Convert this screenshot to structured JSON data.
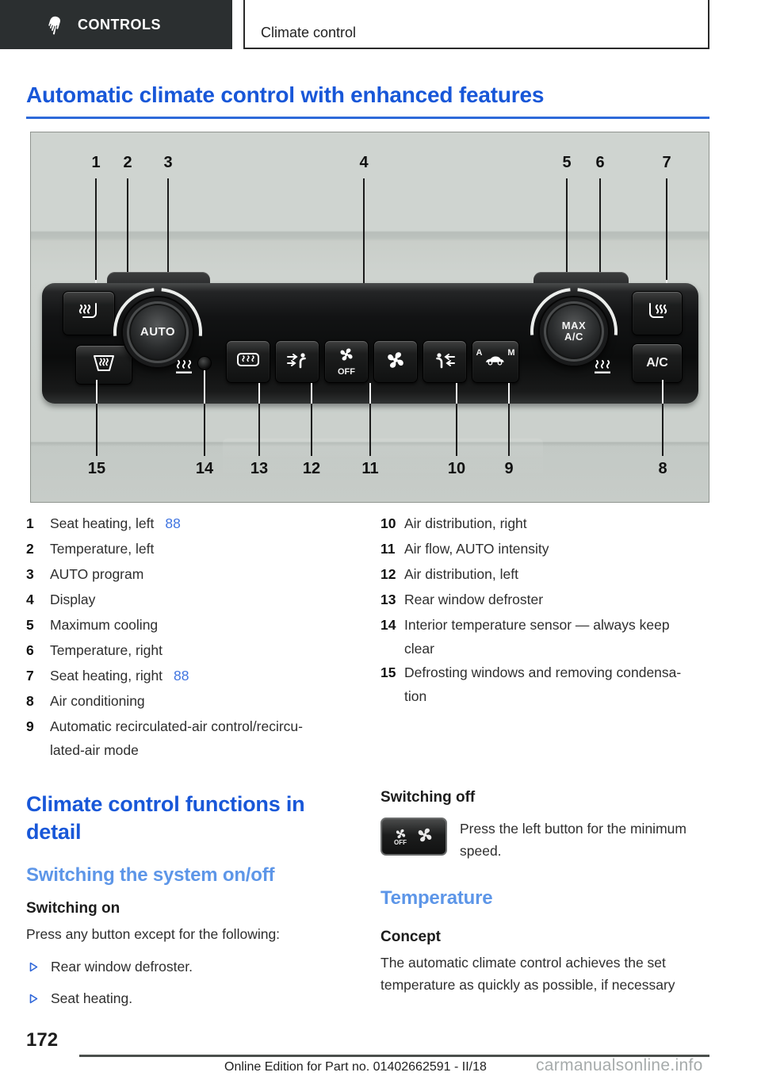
{
  "header": {
    "chapter": "CONTROLS",
    "section": "Climate control"
  },
  "page_title": "Automatic climate control with enhanced features",
  "figure": {
    "top_callouts": [
      "1",
      "2",
      "3",
      "4",
      "5",
      "6",
      "7"
    ],
    "bottom_callouts": [
      "15",
      "14",
      "13",
      "12",
      "11",
      "10",
      "9",
      "8"
    ],
    "auto_knob_label": "AUTO",
    "max_knob_line1": "MAX",
    "max_knob_line2": "A/C",
    "ac_button_label": "A/C",
    "fan_off_label": "OFF",
    "recirc_auto_label": "A",
    "recirc_manual_label": "M",
    "icons": [
      "hand-icon",
      "seat-heating-icon",
      "windshield-defroster-icon",
      "rear-window-defroster-icon",
      "air-distribution-icon",
      "fan-icon",
      "fan-off-icon",
      "recirculation-car-icon",
      "heater-waves-icon",
      "triangle-bullet-icon"
    ]
  },
  "legend": {
    "left": [
      {
        "n": "1",
        "text": "Seat heating, left",
        "page": "88"
      },
      {
        "n": "2",
        "text": "Temperature, left"
      },
      {
        "n": "3",
        "text": "AUTO program"
      },
      {
        "n": "4",
        "text": "Display"
      },
      {
        "n": "5",
        "text": "Maximum cooling"
      },
      {
        "n": "6",
        "text": "Temperature, right"
      },
      {
        "n": "7",
        "text": "Seat heating, right",
        "page": "88"
      },
      {
        "n": "8",
        "text": "Air conditioning"
      },
      {
        "n": "9",
        "text": "Automatic recirculated-air control/recircu-\nlated-air mode"
      }
    ],
    "right": [
      {
        "n": "10",
        "text": "Air distribution, right"
      },
      {
        "n": "11",
        "text": "Air flow, AUTO intensity"
      },
      {
        "n": "12",
        "text": "Air distribution, left"
      },
      {
        "n": "13",
        "text": "Rear window defroster"
      },
      {
        "n": "14",
        "text": "Interior temperature sensor — always keep\nclear"
      },
      {
        "n": "15",
        "text": "Defrosting windows and removing condensa-\ntion"
      }
    ]
  },
  "sections": {
    "functions_title": "Climate control functions in\ndetail",
    "on_off_title": "Switching the system on/off",
    "switching_on": {
      "title": "Switching on",
      "intro": "Press any button except for the following:",
      "bullets": [
        "Rear window defroster.",
        "Seat heating."
      ]
    },
    "switching_off": {
      "title": "Switching off",
      "text": "Press the left button for the minimum\nspeed.",
      "button_off_label": "OFF"
    },
    "temperature_title": "Temperature",
    "concept": {
      "title": "Concept",
      "text": "The automatic climate control achieves the set\ntemperature as quickly as possible, if necessary"
    }
  },
  "footer": {
    "page_number": "172",
    "edition": "Online Edition for Part no. 01402662591 - II/18",
    "watermark": "carmanualsonline.info"
  },
  "colors": {
    "heading_blue": "#1857d8",
    "subheading_blue": "#5d96e8",
    "link_blue": "#3f74e0",
    "header_bg": "#2b2f30",
    "figure_bg": "#cfd4d0",
    "panel_black": "#0b0c0c"
  }
}
